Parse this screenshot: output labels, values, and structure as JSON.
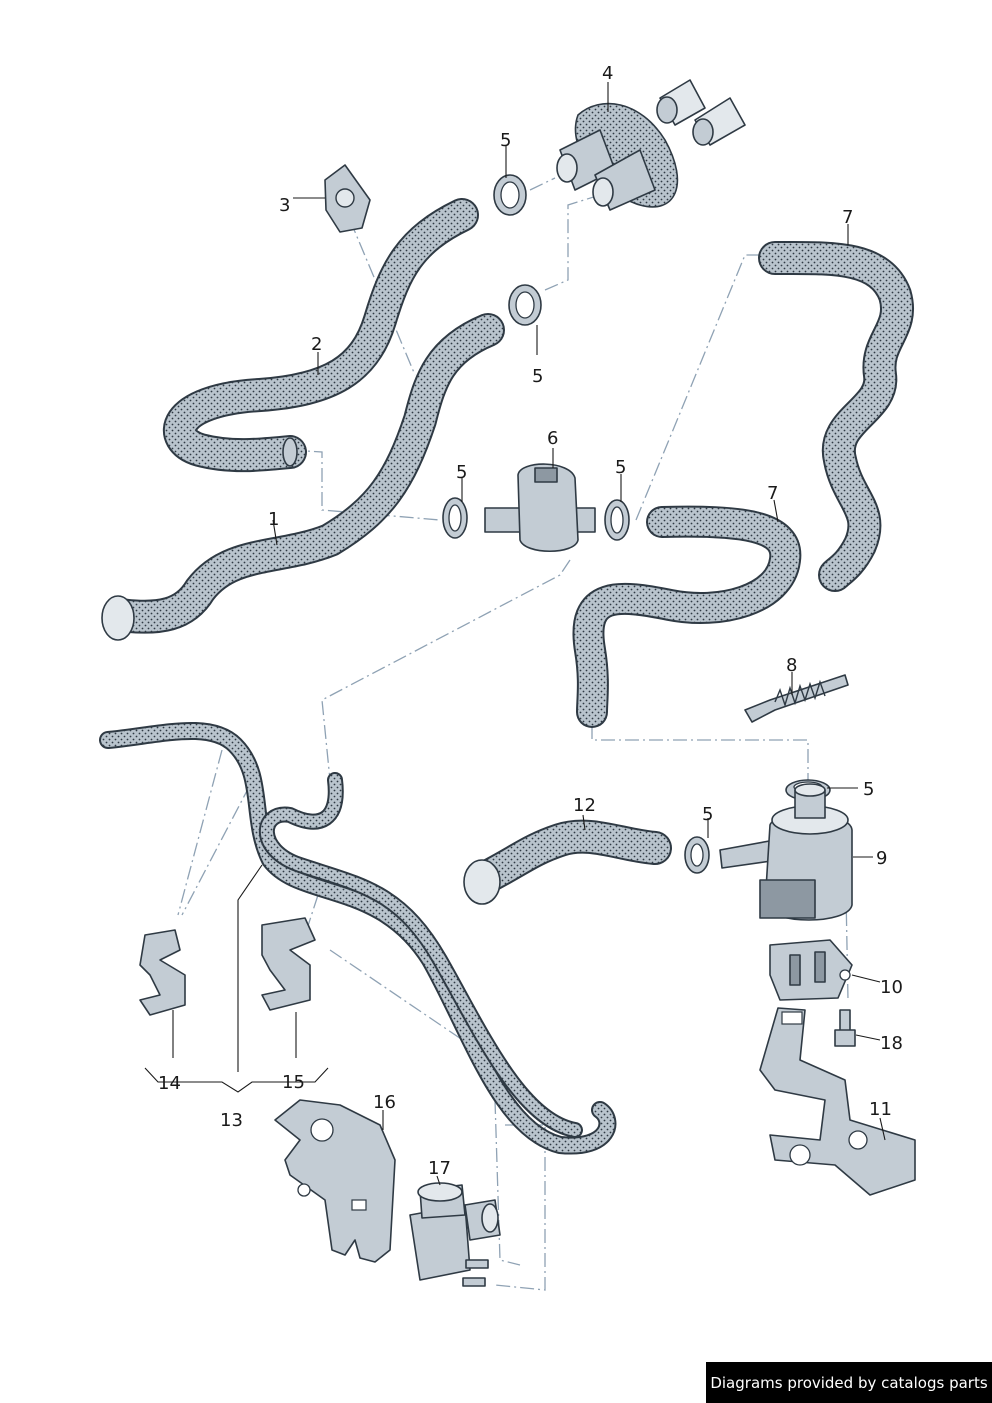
{
  "callouts": {
    "c1": "1",
    "c2": "2",
    "c3": "3",
    "c4": "4",
    "c5a": "5",
    "c5b": "5",
    "c5c": "5",
    "c5d": "5",
    "c5e": "5",
    "c5f": "5",
    "c6": "6",
    "c7a": "7",
    "c7b": "7",
    "c8": "8",
    "c9": "9",
    "c10": "10",
    "c11": "11",
    "c12": "12",
    "c13": "13",
    "c14": "14",
    "c15": "15",
    "c16": "16",
    "c17": "17",
    "c18": "18"
  },
  "footer": {
    "text": "Diagrams provided by catalogs parts"
  },
  "colors": {
    "hose_fill": "#b9c4cd",
    "outline": "#2f3a44",
    "dash": "#8fa2b4",
    "footer_bg": "#000000"
  }
}
